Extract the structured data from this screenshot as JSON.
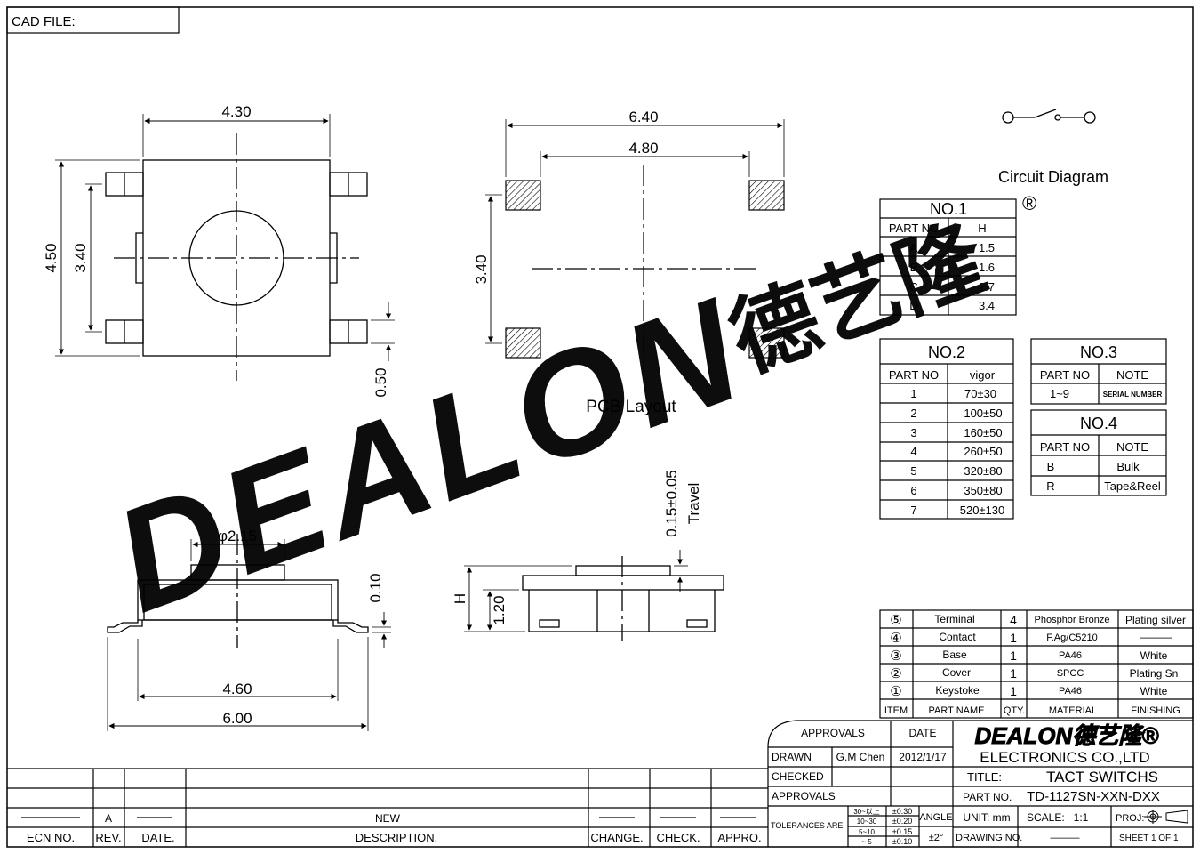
{
  "cad_file_label": "CAD FILE:",
  "top_view": {
    "dim_width": "4.30",
    "dim_height": "4.50",
    "dim_inner_height": "3.40",
    "dim_pin": "0.50"
  },
  "pcb_layout": {
    "dim_outer": "6.40",
    "dim_inner": "4.80",
    "dim_height": "3.40",
    "label": "PCB Layout"
  },
  "side_view_left": {
    "dim_diameter": "φ2.15",
    "dim_body": "4.60",
    "dim_total": "6.00",
    "dim_thickness": "0.10"
  },
  "side_view_right": {
    "dim_travel": "0.15±0.05",
    "travel_label": "Travel",
    "dim_h": "H",
    "dim_base": "1.20"
  },
  "circuit": {
    "label": "Circuit Diagram"
  },
  "watermark": {
    "brand": "DEALON",
    "chinese": "德艺隆",
    "reg": "®"
  },
  "no1": {
    "title": "NO.1",
    "headers": [
      "PART NO",
      "H"
    ],
    "rows": [
      [
        "A",
        "1.5"
      ],
      [
        "B",
        "1.6"
      ],
      [
        "C",
        "2.7"
      ],
      [
        "D",
        "3.4"
      ]
    ]
  },
  "no2": {
    "title": "NO.2",
    "headers": [
      "PART NO",
      "vigor"
    ],
    "rows": [
      [
        "1",
        "70±30"
      ],
      [
        "2",
        "100±50"
      ],
      [
        "3",
        "160±50"
      ],
      [
        "4",
        "260±50"
      ],
      [
        "5",
        "320±80"
      ],
      [
        "6",
        "350±80"
      ],
      [
        "7",
        "520±130"
      ]
    ]
  },
  "no3": {
    "title": "NO.3",
    "headers": [
      "PART NO",
      "NOTE"
    ],
    "rows": [
      [
        "1~9",
        "SERIAL NUMBER"
      ]
    ]
  },
  "no4": {
    "title": "NO.4",
    "headers": [
      "PART NO",
      "NOTE"
    ],
    "rows": [
      [
        "B",
        "Bulk"
      ],
      [
        "R",
        "Tape&Reel"
      ]
    ]
  },
  "bom": {
    "rows": [
      {
        "item": "⑤",
        "name": "Terminal",
        "qty": "4",
        "material": "Phosphor Bronze",
        "finishing": "Plating silver"
      },
      {
        "item": "④",
        "name": "Contact",
        "qty": "1",
        "material": "F.Ag/C5210",
        "finishing": "———"
      },
      {
        "item": "③",
        "name": "Base",
        "qty": "1",
        "material": "PA46",
        "finishing": "White"
      },
      {
        "item": "②",
        "name": "Cover",
        "qty": "1",
        "material": "SPCC",
        "finishing": "Plating Sn"
      },
      {
        "item": "①",
        "name": "Keystoke",
        "qty": "1",
        "material": "PA46",
        "finishing": "White"
      }
    ],
    "headers": {
      "item": "ITEM",
      "name": "PART NAME",
      "qty": "QTY.",
      "material": "MATERIAL",
      "finishing": "FINISHING"
    }
  },
  "title_block": {
    "approvals": "APPROVALS",
    "date": "DATE",
    "drawn": "DRAWN",
    "drawn_by": "G.M Chen",
    "drawn_date": "2012/1/17",
    "checked": "CHECKED",
    "approvals2": "APPROVALS",
    "company_logo": "DEALON德艺隆®",
    "company": "ELECTRONICS CO.,LTD",
    "title_label": "TITLE:",
    "title": "TACT SWITCHS",
    "part_no_label": "PART NO.",
    "part_no": "TD-1127SN-XXN-DXX",
    "tolerances": "TOLERANCES ARE",
    "tol_ranges": [
      [
        "30~以上",
        "±0.30"
      ],
      [
        "10~30",
        "±0.20"
      ],
      [
        "5~10",
        "±0.15"
      ],
      [
        "~ 5",
        "±0.10"
      ]
    ],
    "angle_label": "ANGLE",
    "angle_value": "±2°",
    "unit": "UNIT: mm",
    "scale_label": "SCALE:",
    "scale": "1:1",
    "proj": "PROJ:",
    "drawing_no_label": "DRAWING NO.",
    "drawing_no": "———",
    "sheet": "SHEET   1  OF  1"
  },
  "revision_block": {
    "ecn_no": "ECN NO.",
    "rev": "REV.",
    "date": "DATE.",
    "description": "DESCRIPTION.",
    "change": "CHANGE.",
    "check": "CHECK.",
    "appro": "APPRO.",
    "rev_value": "A",
    "desc_value": "NEW"
  }
}
